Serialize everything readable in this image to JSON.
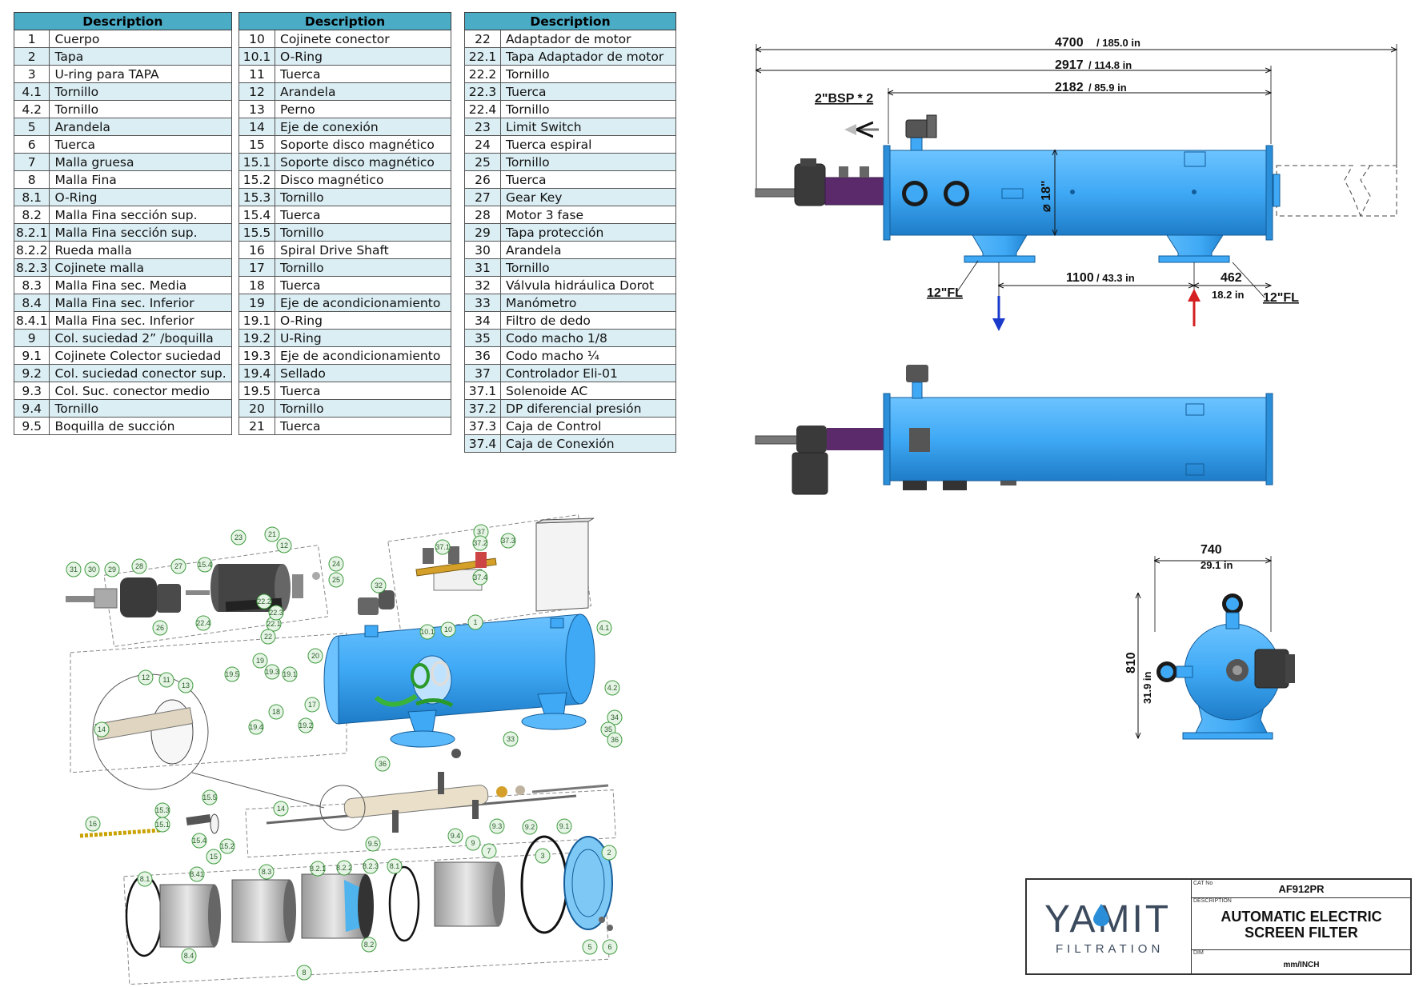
{
  "tables": [
    {
      "header": "Description",
      "rows": [
        {
          "no": "1",
          "desc": "Cuerpo"
        },
        {
          "no": "2",
          "desc": "Tapa"
        },
        {
          "no": "3",
          "desc": "U-ring para TAPA"
        },
        {
          "no": "4.1",
          "desc": "Tornillo"
        },
        {
          "no": "4.2",
          "desc": "Tornillo"
        },
        {
          "no": "5",
          "desc": "Arandela"
        },
        {
          "no": "6",
          "desc": "Tuerca"
        },
        {
          "no": "7",
          "desc": "Malla gruesa"
        },
        {
          "no": "8",
          "desc": "Malla Fina"
        },
        {
          "no": "8.1",
          "desc": "O-Ring"
        },
        {
          "no": "8.2",
          "desc": "Malla Fina sección sup."
        },
        {
          "no": "8.2.1",
          "desc": "Malla Fina sección sup."
        },
        {
          "no": "8.2.2",
          "desc": "Rueda malla"
        },
        {
          "no": "8.2.3",
          "desc": "Cojinete malla"
        },
        {
          "no": "8.3",
          "desc": "Malla Fina sec. Media"
        },
        {
          "no": "8.4",
          "desc": "Malla Fina sec. Inferior"
        },
        {
          "no": "8.4.1",
          "desc": "Malla Fina sec. Inferior"
        },
        {
          "no": "9",
          "desc": "Col. suciedad 2” /boquilla"
        },
        {
          "no": "9.1",
          "desc": "Cojinete Colector suciedad"
        },
        {
          "no": "9.2",
          "desc": "Col. suciedad conector sup."
        },
        {
          "no": "9.3",
          "desc": "Col. Suc. conector medio"
        },
        {
          "no": "9.4",
          "desc": "Tornillo"
        },
        {
          "no": "9.5",
          "desc": "Boquilla de succión"
        }
      ]
    },
    {
      "header": "Description",
      "rows": [
        {
          "no": "10",
          "desc": "Cojinete conector"
        },
        {
          "no": "10.1",
          "desc": "O-Ring"
        },
        {
          "no": "11",
          "desc": "Tuerca"
        },
        {
          "no": "12",
          "desc": "Arandela"
        },
        {
          "no": "13",
          "desc": "Perno"
        },
        {
          "no": "14",
          "desc": "Eje de conexión"
        },
        {
          "no": "15",
          "desc": "Soporte disco magnético"
        },
        {
          "no": "15.1",
          "desc": "Soporte disco magnético"
        },
        {
          "no": "15.2",
          "desc": "Disco magnético"
        },
        {
          "no": "15.3",
          "desc": "Tornillo"
        },
        {
          "no": "15.4",
          "desc": "Tuerca"
        },
        {
          "no": "15.5",
          "desc": "Tornillo"
        },
        {
          "no": "16",
          "desc": "Spiral Drive Shaft"
        },
        {
          "no": "17",
          "desc": "Tornillo"
        },
        {
          "no": "18",
          "desc": "Tuerca"
        },
        {
          "no": "19",
          "desc": "Eje de acondicionamiento"
        },
        {
          "no": "19.1",
          "desc": "O-Ring"
        },
        {
          "no": "19.2",
          "desc": "U-Ring"
        },
        {
          "no": "19.3",
          "desc": "Eje de acondicionamiento"
        },
        {
          "no": "19.4",
          "desc": "Sellado"
        },
        {
          "no": "19.5",
          "desc": "Tuerca"
        },
        {
          "no": "20",
          "desc": "Tornillo"
        },
        {
          "no": "21",
          "desc": "Tuerca"
        }
      ]
    },
    {
      "header": "Description",
      "rows": [
        {
          "no": "22",
          "desc": "Adaptador de motor"
        },
        {
          "no": "22.1",
          "desc": "Tapa Adaptador de motor"
        },
        {
          "no": "22.2",
          "desc": "Tornillo"
        },
        {
          "no": "22.3",
          "desc": "Tuerca"
        },
        {
          "no": "22.4",
          "desc": "Tornillo"
        },
        {
          "no": "23",
          "desc": "Limit Switch"
        },
        {
          "no": "24",
          "desc": "Tuerca espiral"
        },
        {
          "no": "25",
          "desc": "Tornillo"
        },
        {
          "no": "26",
          "desc": "Tuerca"
        },
        {
          "no": "27",
          "desc": "Gear Key"
        },
        {
          "no": "28",
          "desc": "Motor 3 fase"
        },
        {
          "no": "29",
          "desc": "Tapa protección"
        },
        {
          "no": "30",
          "desc": "Arandela"
        },
        {
          "no": "31",
          "desc": "Tornillo"
        },
        {
          "no": "32",
          "desc": "Válvula  hidráulica Dorot"
        },
        {
          "no": "33",
          "desc": "Manómetro"
        },
        {
          "no": "34",
          "desc": "Filtro de dedo"
        },
        {
          "no": "35",
          "desc": "Codo macho 1/8"
        },
        {
          "no": "36",
          "desc": "Codo macho ¼"
        },
        {
          "no": "37",
          "desc": "Controlador Eli-01"
        },
        {
          "no": "37.1",
          "desc": "Solenoide AC"
        },
        {
          "no": "37.2",
          "desc": "DP diferencial presión"
        },
        {
          "no": "37.3",
          "desc": "Caja de Control"
        },
        {
          "no": "37.4",
          "desc": "Caja de Conexión"
        }
      ]
    }
  ],
  "dimensions": {
    "overall_mm": "4700",
    "overall_in": "/ 185.0 in",
    "body_mm": "2917",
    "body_in": "/ 114.8 in",
    "inner_mm": "2182",
    "inner_in": "/ 85.9 in",
    "bsp": "2\"BSP * 2",
    "diameter": "⌀ 18\"",
    "flange_left": "12\"FL",
    "flange_right": "12\"FL",
    "flange_spacing_mm": "1100",
    "flange_spacing_in": "/ 43.3 in",
    "end_offset_mm": "462",
    "end_offset_in": "18.2 in",
    "width_mm": "740",
    "width_in": "29.1 in",
    "height_mm": "810",
    "height_in": "31.9 in"
  },
  "callouts": [
    "31",
    "30",
    "29",
    "28",
    "27",
    "15.4",
    "23",
    "21",
    "12",
    "24",
    "25",
    "26",
    "22.4",
    "22.2",
    "22.1",
    "22.3",
    "22",
    "37",
    "37.1",
    "37.2",
    "37.3",
    "37.4",
    "32",
    "10.1",
    "10",
    "1",
    "4.1",
    "20",
    "19",
    "19.5",
    "19.3",
    "19.1",
    "17",
    "18",
    "19.4",
    "19.2",
    "12",
    "11",
    "13",
    "14",
    "4.2",
    "36",
    "34",
    "35",
    "36",
    "33",
    "16",
    "15.3",
    "15.1",
    "15.5",
    "15.4",
    "15.2",
    "15",
    "14",
    "9.4",
    "9.5",
    "9",
    "9.3",
    "9.2",
    "9.1",
    "8.1",
    "8.41",
    "8.3",
    "8.2.1",
    "8.2.2",
    "8.2.3",
    "8.1",
    "7",
    "3",
    "2",
    "8.4",
    "8",
    "8.2",
    "5",
    "6"
  ],
  "title_block": {
    "cat_label": "CAT No",
    "cat_value": "AF912PR",
    "desc_label": "DESCRIPTION",
    "desc_line1": "AUTOMATIC ELECTRIC",
    "desc_line2": "SCREEN  FILTER",
    "dim_label": "DIM",
    "dim_value": "mm/INCH",
    "logo_main": "YAMIT",
    "logo_sub": "FILTRATION"
  },
  "colors": {
    "body": "#3fa9f5",
    "body_dark": "#1e7cc8",
    "motor": "#3a3a3a",
    "purple": "#5a2a6a",
    "header": "#4bacc6",
    "callout": "#3f9b3f"
  }
}
